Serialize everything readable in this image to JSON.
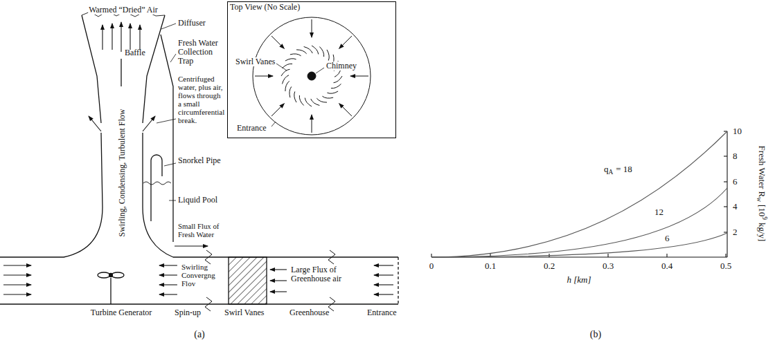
{
  "diagram": {
    "nodes": [
      {
        "text": [
          "Top View (No Scale)",
          "Swirl Vanes",
          "Chimney",
          "Entrance"
        ]
      }
    ],
    "labels": [
      "Warmed “Dried” Air",
      "Diffuser",
      "Fresh Water Collection Trap",
      "Baffle",
      "Centrifuged water, plus air, flows through a small circumferential break.",
      "Swirling, Condensing, Turbulent Flow",
      "Snorkel Pipe",
      "Liquid Pool",
      "Small Flux of Fresh Water",
      "Swirling Convergng Flov",
      "Large Flux of Greenhouse air",
      "Turbine Generator",
      "Spin-up",
      "Swirl Vanes",
      "Greenhouse",
      "Entrance",
      "(a)",
      "(b)",
      "0",
      "0.1",
      "0.2",
      "0.3",
      "0.4",
      "0.5",
      "h [km]",
      "2",
      "4",
      "6",
      "8",
      "10",
      "Fresh Water R",
      "w",
      "[10",
      "9",
      "kg/y]",
      "q",
      "A",
      "= 18",
      "12",
      "6"
    ]
  }
}
